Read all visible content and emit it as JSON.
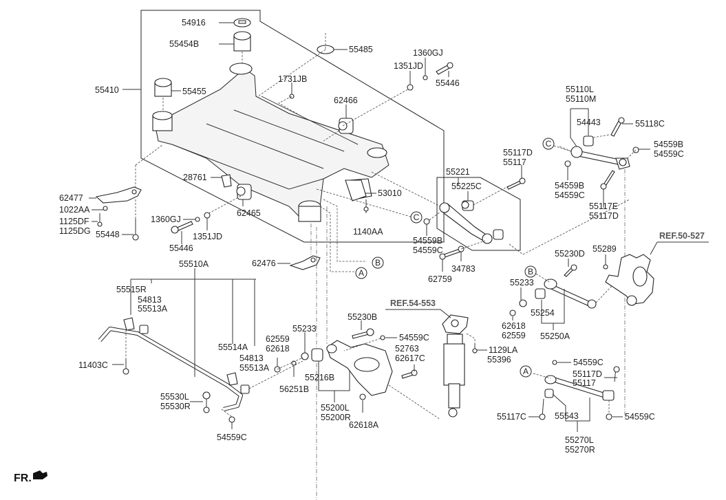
{
  "title": "Rear Suspension Crossmember / Lower Arm Parts Diagram",
  "colors": {
    "line": "#222222",
    "reference": "#555555",
    "background": "#ffffff"
  },
  "references": {
    "ref_knuckle": "REF.50-527",
    "ref_shock": "REF.54-553"
  },
  "callouts": {
    "A": "A",
    "B": "B",
    "C": "C"
  },
  "direction": {
    "label": "FR.",
    "icon": "arrow-front-icon"
  },
  "labels": {
    "p54916": "54916",
    "p55454B": "55454B",
    "p55485": "55485",
    "p55410": "55410",
    "p55455": "55455",
    "p1731JB": "1731JB",
    "p1360GJ_top": "1360GJ",
    "p1351JD_top": "1351JD",
    "p55446_top": "55446",
    "p62466": "62466",
    "p28761": "28761",
    "p62465": "62465",
    "p53010": "53010",
    "p1140AA": "1140AA",
    "p62477": "62477",
    "p1022AA": "1022AA",
    "p1125DF": "1125DF",
    "p1125DG": "1125DG",
    "p55448": "55448",
    "p1360GJ_bot": "1360GJ",
    "p1351JD_bot": "1351JD",
    "p55446_bot": "55446",
    "p62476": "62476",
    "p55221": "55221",
    "p55225C": "55225C",
    "p55117D_a": "55117D",
    "p55117_a": "55117",
    "p54559B_a": "54559B",
    "p54559C_a": "54559C",
    "p62759": "62759",
    "p34783": "34783",
    "p55110L": "55110L",
    "p55110M": "55110M",
    "p54443": "54443",
    "p55118C": "55118C",
    "p54559B_b": "54559B",
    "p54559C_b": "54559C",
    "p54559B_c": "54559B",
    "p54559C_c": "54559C",
    "p55117E": "55117E",
    "p55117D_b": "55117D",
    "p55289": "55289",
    "p55230D": "55230D",
    "p55233_a": "55233",
    "p55254": "55254",
    "p62618_a": "62618",
    "p62559_a": "62559",
    "p55250A": "55250A",
    "p55510A": "55510A",
    "p55515R": "55515R",
    "p54813_a": "54813",
    "p55513A_a": "55513A",
    "p55514A": "55514A",
    "p54813_b": "54813",
    "p55513A_b": "55513A",
    "p11403C": "11403C",
    "p55530L": "55530L",
    "p55530R": "55530R",
    "p54559C_d": "54559C",
    "p62559_b": "62559",
    "p62618_b": "62618",
    "p55233_b": "55233",
    "p56251B": "56251B",
    "p55216B": "55216B",
    "p55230B": "55230B",
    "p54559C_e": "54559C",
    "p52763": "52763",
    "p62617C": "62617C",
    "p55200L": "55200L",
    "p55200R": "55200R",
    "p62618A": "62618A",
    "p1129LA": "1129LA",
    "p55396": "55396",
    "p54559C_f": "54559C",
    "p55117D_c": "55117D",
    "p55117_c": "55117",
    "p55117C": "55117C",
    "p55543": "55543",
    "p54559C_g": "54559C",
    "p55270L": "55270L",
    "p55270R": "55270R"
  }
}
